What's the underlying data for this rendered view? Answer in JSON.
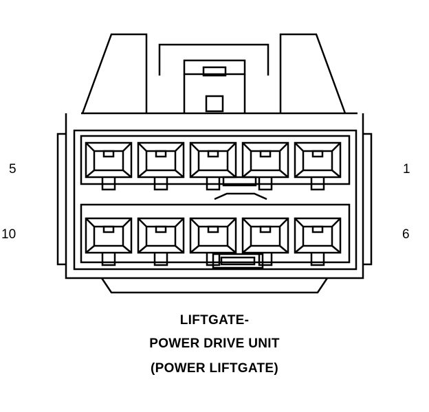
{
  "diagram": {
    "pin_labels": {
      "top_left": "5",
      "top_right": "1",
      "bottom_left": "10",
      "bottom_right": "6"
    },
    "caption": {
      "line1": "LIFTGATE-",
      "line2": "POWER DRIVE UNIT",
      "line3": "(POWER LIFTGATE)"
    },
    "colors": {
      "line": "#000000",
      "background": "#ffffff"
    }
  }
}
